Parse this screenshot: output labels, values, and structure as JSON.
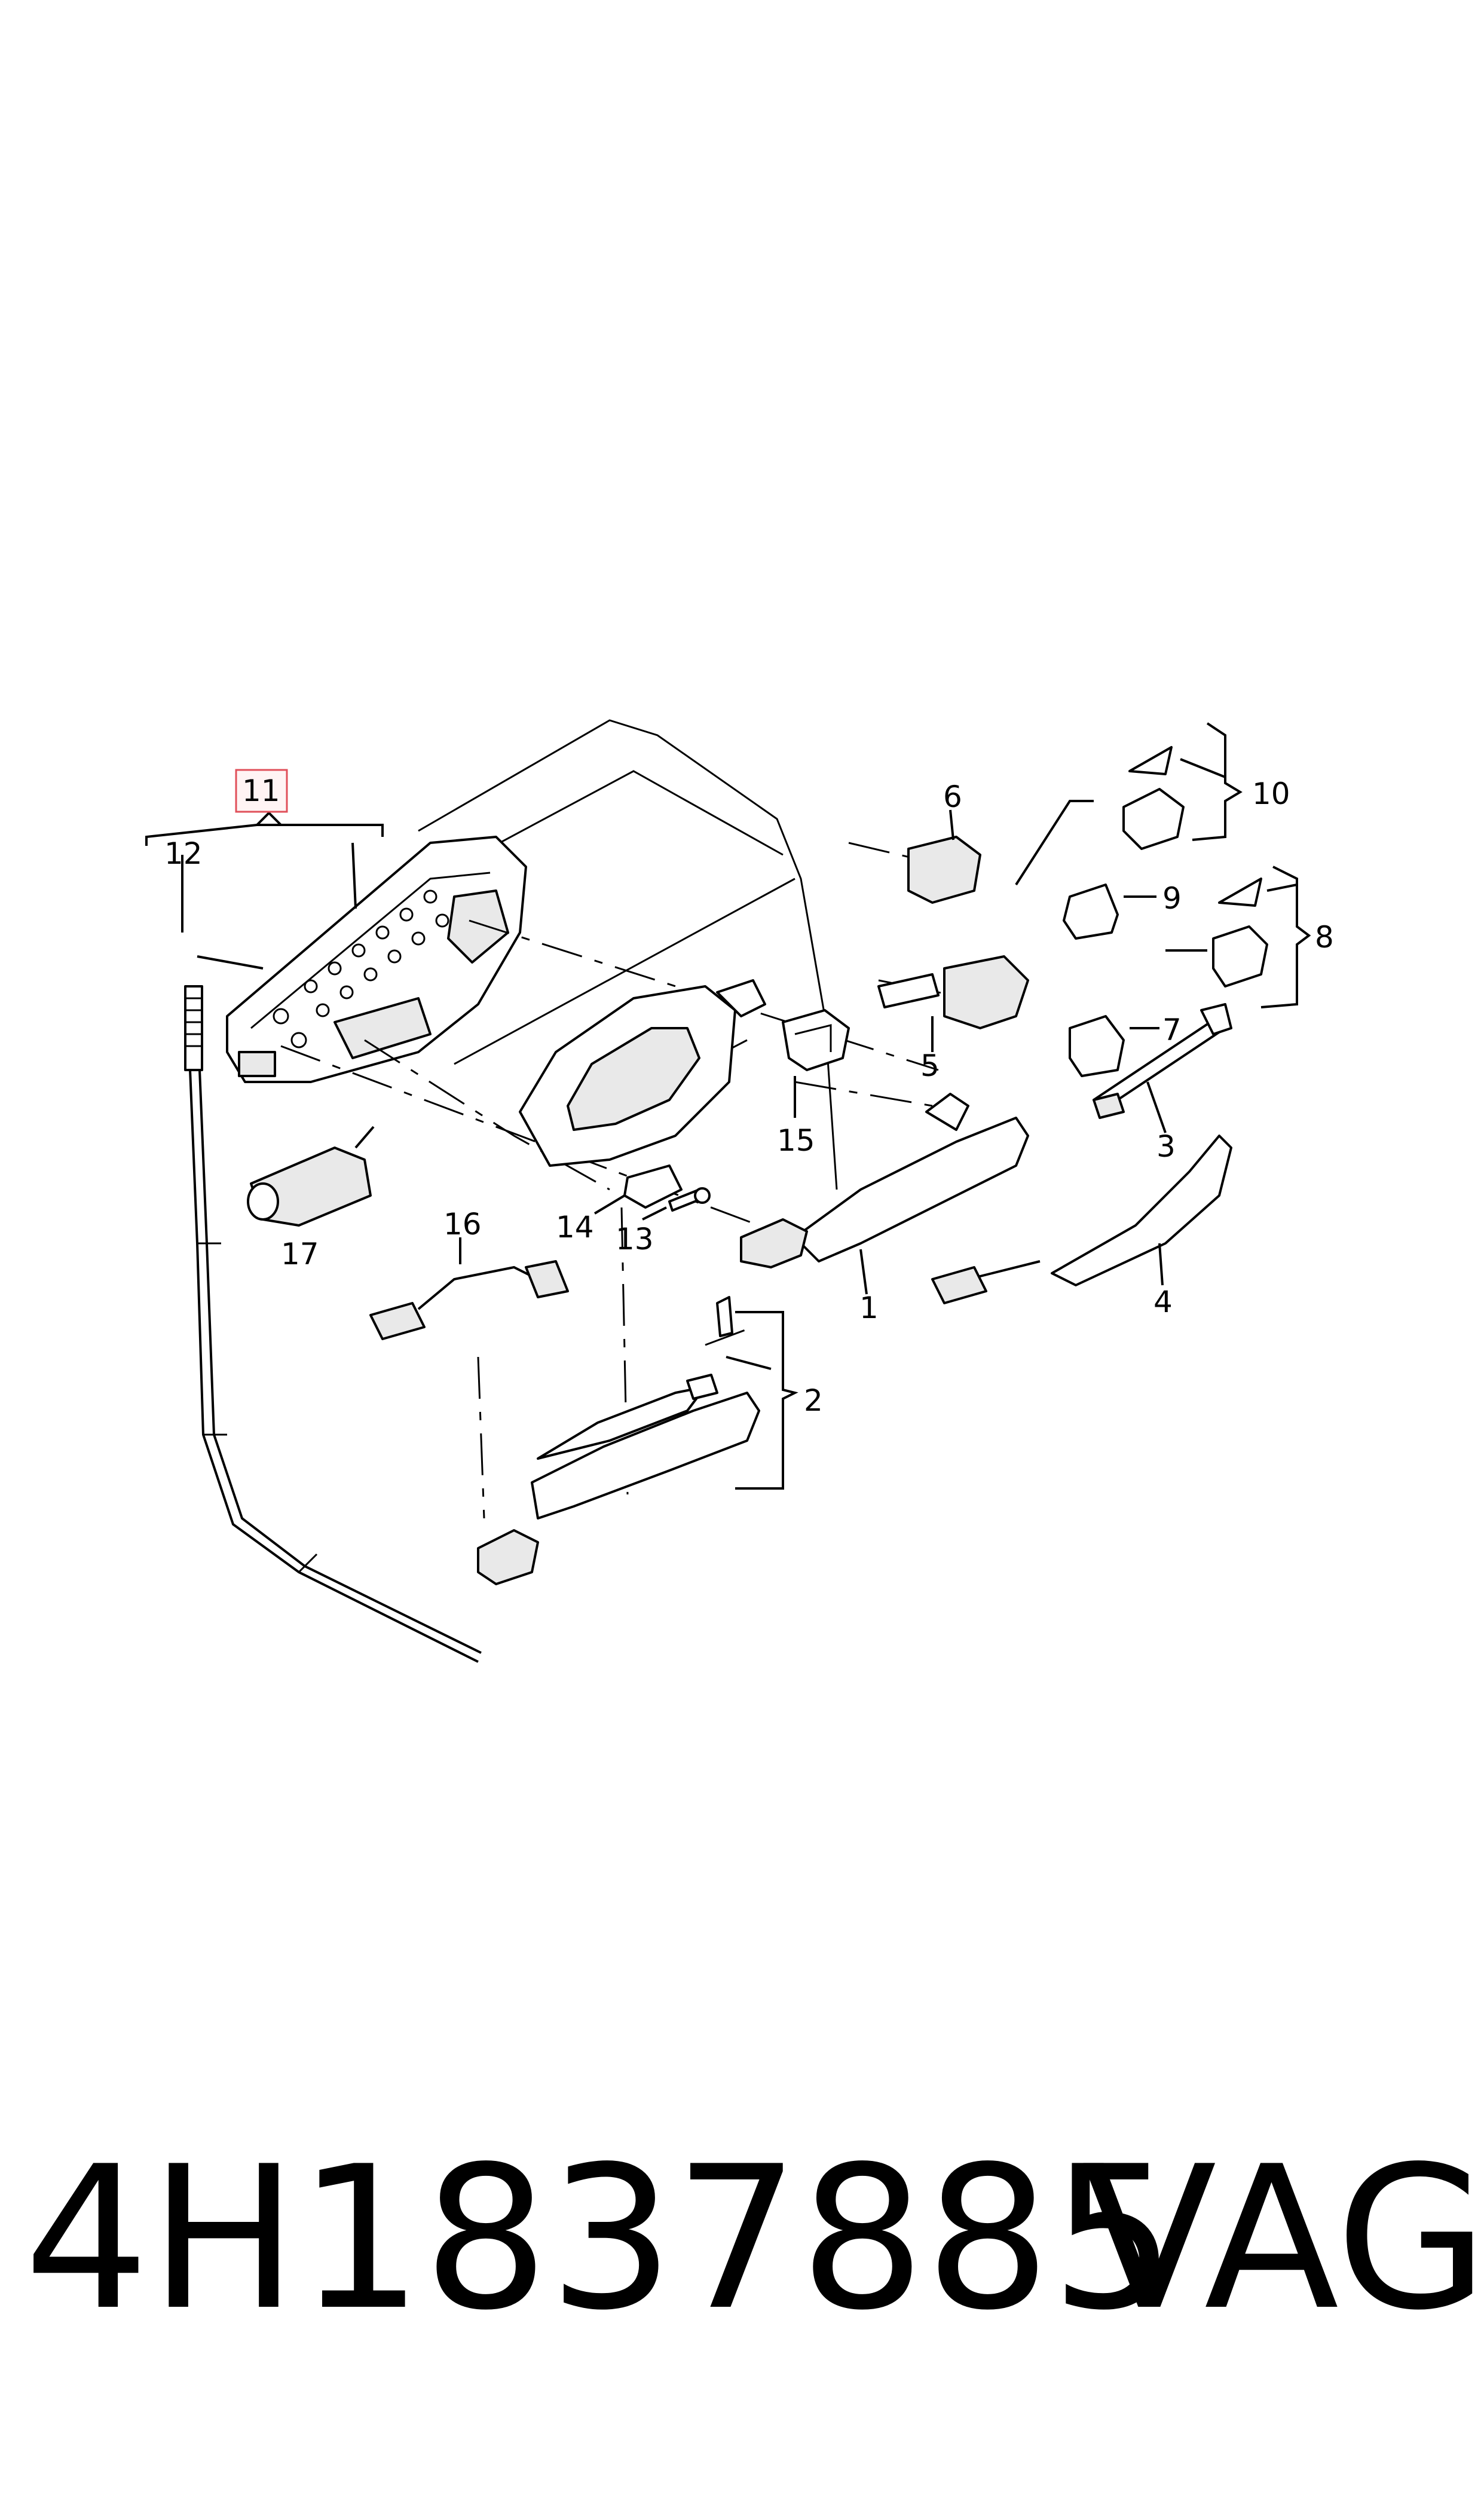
{
  "diagram": {
    "callouts": {
      "c1": "1",
      "c2": "2",
      "c3": "3",
      "c4": "4",
      "c5": "5",
      "c6": "6",
      "c7": "7",
      "c8": "8",
      "c9": "9",
      "c10": "10",
      "c11": "11",
      "c12": "12",
      "c13": "13",
      "c14": "14",
      "c15": "15",
      "c16": "16",
      "c17": "17"
    },
    "highlight_color": "#e0505a"
  },
  "footer": {
    "part_number": "4H1837885",
    "brand": "VAG"
  }
}
